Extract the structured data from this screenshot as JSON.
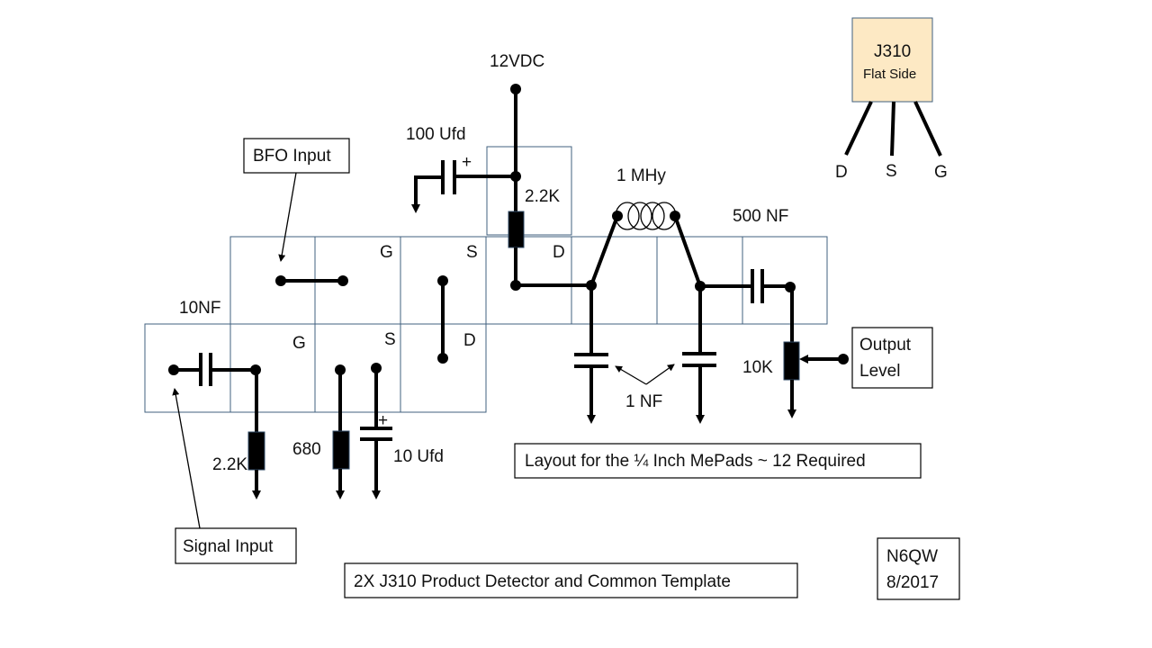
{
  "diagram": {
    "title": "2X J310 Product Detector and Common Template",
    "layout_note": "Layout for the ¼ Inch MePads ~ 12 Required",
    "author": "N6QW",
    "date": "8/2017",
    "supply": "12VDC",
    "j310": {
      "name": "J310",
      "subtitle": "Flat Side",
      "pins": [
        "D",
        "S",
        "G"
      ]
    },
    "callouts": {
      "bfo_input": "BFO Input",
      "signal_input": "Signal Input",
      "output_level_line1": "Output",
      "output_level_line2": "Level"
    },
    "components": {
      "c_supply_bypass": "100 Ufd",
      "c_supply_plus": "+",
      "r_drain": "2.2K",
      "inductor": "1 MHy",
      "c_output": "500 NF",
      "c_pi": "1 NF",
      "pot": "10K",
      "c_input": "10NF",
      "r_gate": "2.2K",
      "r_source": "680",
      "c_source": "10 Ufd",
      "c_source_plus": "+"
    },
    "pad_labels": {
      "upper_gate": "G",
      "upper_source": "S",
      "upper_drain": "D",
      "lower_gate": "G",
      "lower_source": "S",
      "lower_drain": "D"
    }
  }
}
